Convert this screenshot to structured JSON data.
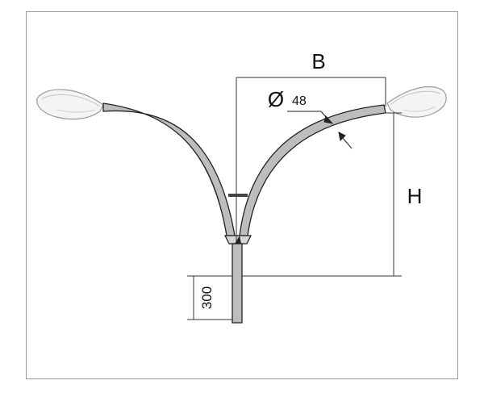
{
  "labels": {
    "width_dim": "B",
    "height_dim": "H",
    "diameter_symbol": "Ø",
    "diameter_value": "48",
    "embed_depth": "300"
  },
  "colors": {
    "frame": "#9a9a9a",
    "arm_fill": "#bdbdbd",
    "outline": "#222222",
    "luminaire_fill": "#f4f4f4",
    "dimension_line": "#333333"
  }
}
